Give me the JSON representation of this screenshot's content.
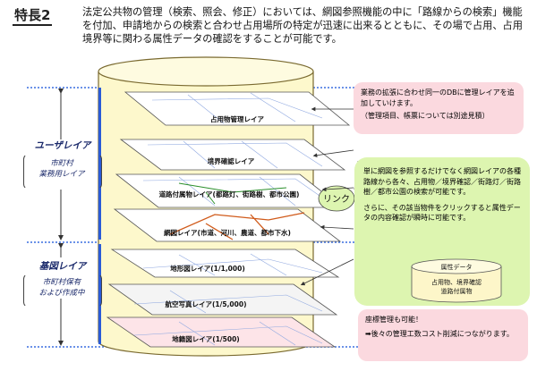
{
  "title": "特長2",
  "description": "法定公共物の管理（検索、照会、修正）においては、網図参照機能の中に「路線からの検索」機能を付加、申請地からの検索と合わせ占用場所の特定が迅速に出来るとともに、その場で占用、占用境界等に関わる属性データの確認をすることが可能です。",
  "categories": {
    "user_layer": {
      "label": "ユーザレイア",
      "sub1": "市町村",
      "sub2": "業務用レイア"
    },
    "base_layer": {
      "label": "基図レイア",
      "sub1": "市町村保有",
      "sub2": "および作成中"
    }
  },
  "layers": [
    "占用物管理レイア",
    "境界確認レイア",
    "道路付属物レイア(都路灯、街路樹、都市公園)",
    "網図レイア(市道、河川、農道、都市下水)",
    "地形図レイア(1/1,000)",
    "航空写真レイア(1/5,000)",
    "地籍図レイア(1/500)"
  ],
  "link_label": "リンク",
  "callouts": {
    "pink_top": {
      "line1": "業務の拡張に合わせ同一のDBに管理レイアを追加していけます。",
      "line2": "（管理項目、帳票については別途見積）"
    },
    "green": {
      "para1": "単に網図を参照するだけでなく網図レイアの各種路線から各々、占用物／境界確認／街路灯／街路樹／都市公園の検索が可能です。",
      "para2": "さらに、その該当物件をクリックすると属性データの内容確認が瞬時に可能です。",
      "db_label": "属性データ",
      "db_line1": "占用物、境界確認",
      "db_line2": "道路付属物"
    },
    "pink_bottom": {
      "line1": "座標管理も可能！",
      "line2": "➡後々の管理工数コスト削減につながります。"
    }
  },
  "colors": {
    "cylinder_fill": "#fdf8cc",
    "cylinder_stroke": "#7a6a30",
    "pink": "#fbd9df",
    "green": "#ddf5b0",
    "bar_blue": "#2a5bd7",
    "label_blue": "#1b2a6b"
  }
}
